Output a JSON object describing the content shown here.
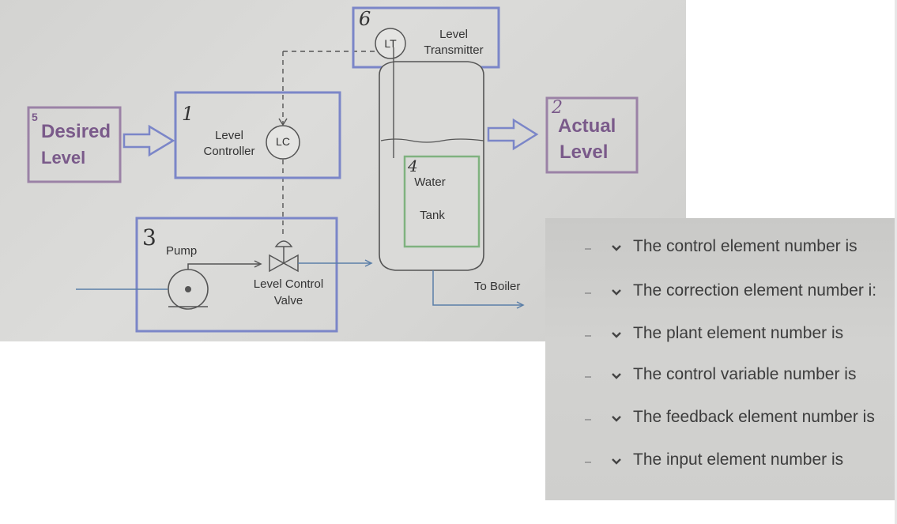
{
  "diagram": {
    "desired_level": {
      "number": "5",
      "line1": "Desired",
      "line2": "Level"
    },
    "level_controller": {
      "number": "1",
      "line1": "Level",
      "line2": "Controller",
      "tag": "LC"
    },
    "level_transmitter": {
      "number": "6",
      "tag": "LT",
      "line1": "Level",
      "line2": "Transmitter"
    },
    "actual_level": {
      "number": "2",
      "line1": "Actual",
      "line2": "Level"
    },
    "pump_group": {
      "number": "3",
      "pump_label": "Pump",
      "valve_line1": "Level Control",
      "valve_line2": "Valve"
    },
    "water_tank": {
      "number": "4",
      "line1": "Water",
      "line2": "Tank"
    },
    "to_boiler": "To Boiler"
  },
  "questions": [
    {
      "text": "The control element number is"
    },
    {
      "text": "The correction element number i:"
    },
    {
      "text": "The plant element number is"
    },
    {
      "text": "The control variable number is"
    },
    {
      "text": "The feedback element number is"
    },
    {
      "text": "The input element number is"
    }
  ],
  "colors": {
    "box_blue": "#7b86c8",
    "box_purple": "#9b82a6",
    "box_green": "#7fb27f",
    "line_dark": "#555555",
    "pipe_blue": "#5b7fa8"
  }
}
